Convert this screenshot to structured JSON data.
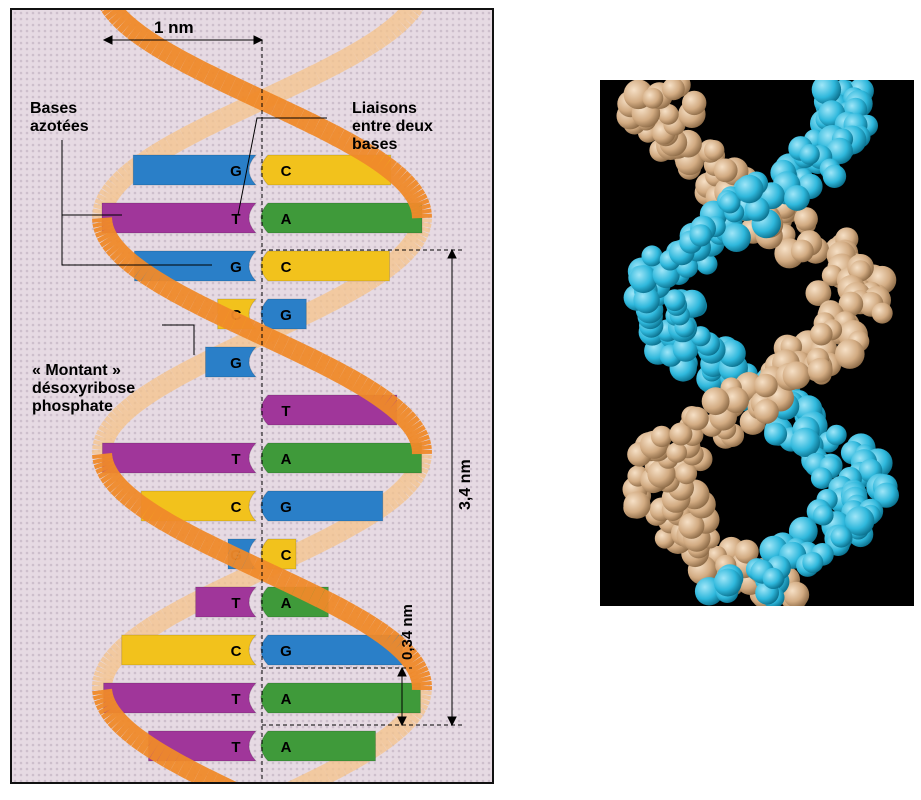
{
  "figure": {
    "labels": {
      "width": "1 nm",
      "bases": "Bases azotées",
      "liaisons": "Liaisons entre deux bases",
      "montant": "« Montant » désoxyribose phosphate",
      "pitch": "3,4 nm",
      "rise": "0,34 nm"
    },
    "base_pairs": [
      {
        "left": "G",
        "right": "C"
      },
      {
        "left": "T",
        "right": "A"
      },
      {
        "left": "G",
        "right": "C"
      },
      {
        "left": "C",
        "right": "G"
      },
      {
        "left": "G",
        "right": ""
      },
      {
        "left": "",
        "right": "T"
      },
      {
        "left": "T",
        "right": "A"
      },
      {
        "left": "C",
        "right": "G"
      },
      {
        "left": "G",
        "right": "C"
      },
      {
        "left": "T",
        "right": "A"
      },
      {
        "left": "C",
        "right": "G"
      },
      {
        "left": "T",
        "right": "A"
      },
      {
        "left": "T",
        "right": "A"
      }
    ],
    "colors": {
      "A": "#3f9a3a",
      "T": "#a0369a",
      "G": "#2a7fc8",
      "C": "#f2c21c",
      "backbone": "#f0a040",
      "strand1": "#2fb8dc",
      "strand2": "#d2ab82",
      "panel_bg": "#e3d6e0"
    }
  }
}
